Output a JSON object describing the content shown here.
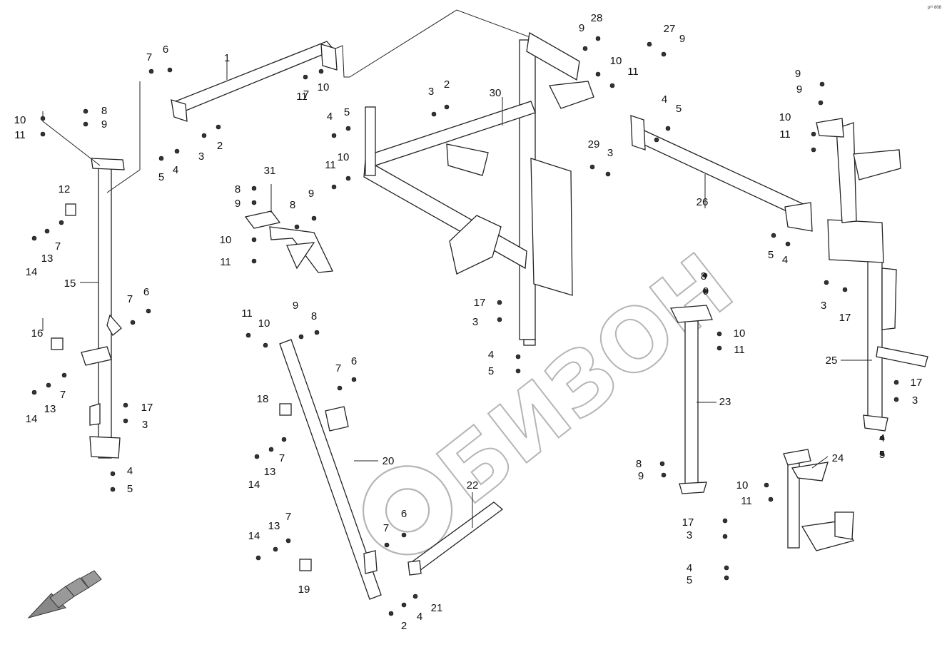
{
  "diagram": {
    "corner_code": "р²¹ 808",
    "watermark_text": "БИЗОН",
    "callouts": [
      "1",
      "2",
      "3",
      "4",
      "5",
      "6",
      "7",
      "8",
      "9",
      "10",
      "11",
      "12",
      "13",
      "14",
      "15",
      "16",
      "17",
      "18",
      "19",
      "20",
      "21",
      "22",
      "23",
      "24",
      "25",
      "26",
      "27",
      "28",
      "29",
      "30",
      "31"
    ],
    "direction_arrow": "travel-direction-arrow"
  }
}
